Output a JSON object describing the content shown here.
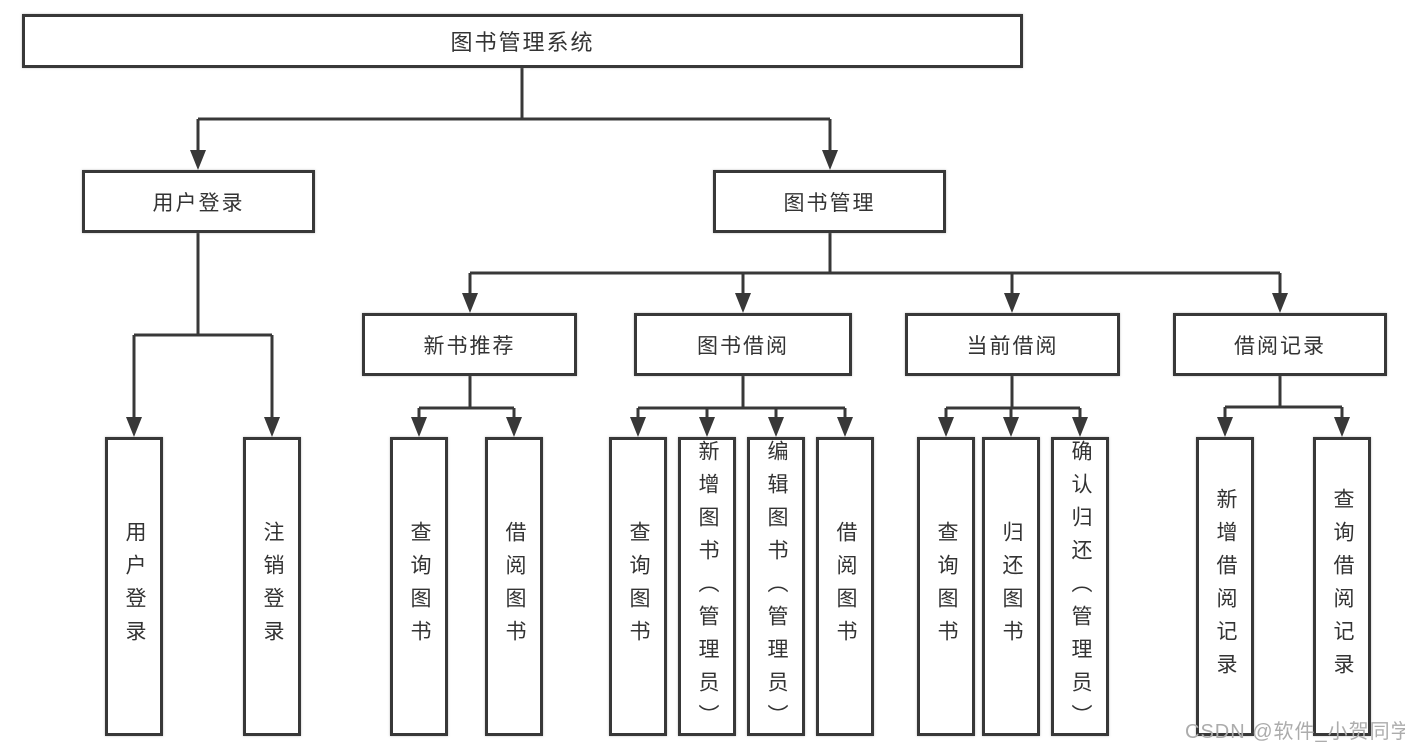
{
  "diagram": {
    "type": "hierarchy-tree",
    "orientation": "top-down",
    "watermark": "CSDN @软件_小贺同学",
    "colors": {
      "line": "#383838",
      "box_border": "#383838",
      "box_fill": "#ffffff",
      "text": "#333333",
      "watermark": "#acacac",
      "background": "#ffffff"
    }
  },
  "tree": {
    "label": "图书管理系统",
    "children": [
      {
        "label": "用户登录",
        "children": [
          {
            "label": "用户登录"
          },
          {
            "label": "注销登录"
          }
        ]
      },
      {
        "label": "图书管理",
        "children": [
          {
            "label": "新书推荐",
            "children": [
              {
                "label": "查询图书"
              },
              {
                "label": "借阅图书"
              }
            ]
          },
          {
            "label": "图书借阅",
            "children": [
              {
                "label": "查询图书"
              },
              {
                "label": "新增图书（管理员）"
              },
              {
                "label": "编辑图书（管理员）"
              },
              {
                "label": "借阅图书"
              }
            ]
          },
          {
            "label": "当前借阅",
            "children": [
              {
                "label": "查询图书"
              },
              {
                "label": "归还图书"
              },
              {
                "label": "确认归还（管理员）"
              }
            ]
          },
          {
            "label": "借阅记录",
            "children": [
              {
                "label": "新增借阅记录"
              },
              {
                "label": "查询借阅记录"
              }
            ]
          }
        ]
      }
    ]
  }
}
